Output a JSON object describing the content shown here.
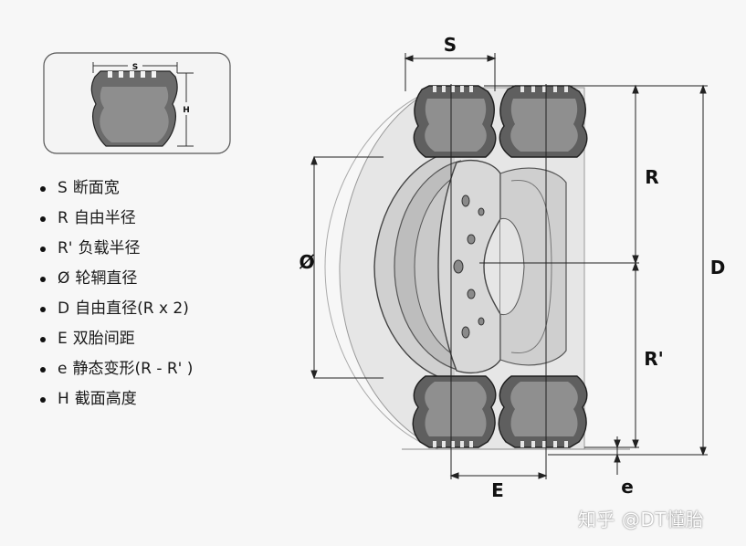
{
  "inset": {
    "s_label": "S",
    "h_label": "H"
  },
  "diagram_labels": {
    "S": "S",
    "R": "R",
    "R_prime": "R'",
    "D": "D",
    "phi": "Ø",
    "E": "E",
    "e": "e"
  },
  "legend": [
    {
      "symbol": "S",
      "text": "断面宽"
    },
    {
      "symbol": "R",
      "text": "自由半径"
    },
    {
      "symbol": "R'",
      "text": "负载半径"
    },
    {
      "symbol": "Ø",
      "text": "轮辋直径"
    },
    {
      "symbol": "D",
      "text": "自由直径(R x 2)"
    },
    {
      "symbol": "E",
      "text": "双胎间距"
    },
    {
      "symbol": "e",
      "text": "静态变形(R - R' )"
    },
    {
      "symbol": "H",
      "text": "截面高度"
    }
  ],
  "watermark": "知乎 @DT懂胎"
}
